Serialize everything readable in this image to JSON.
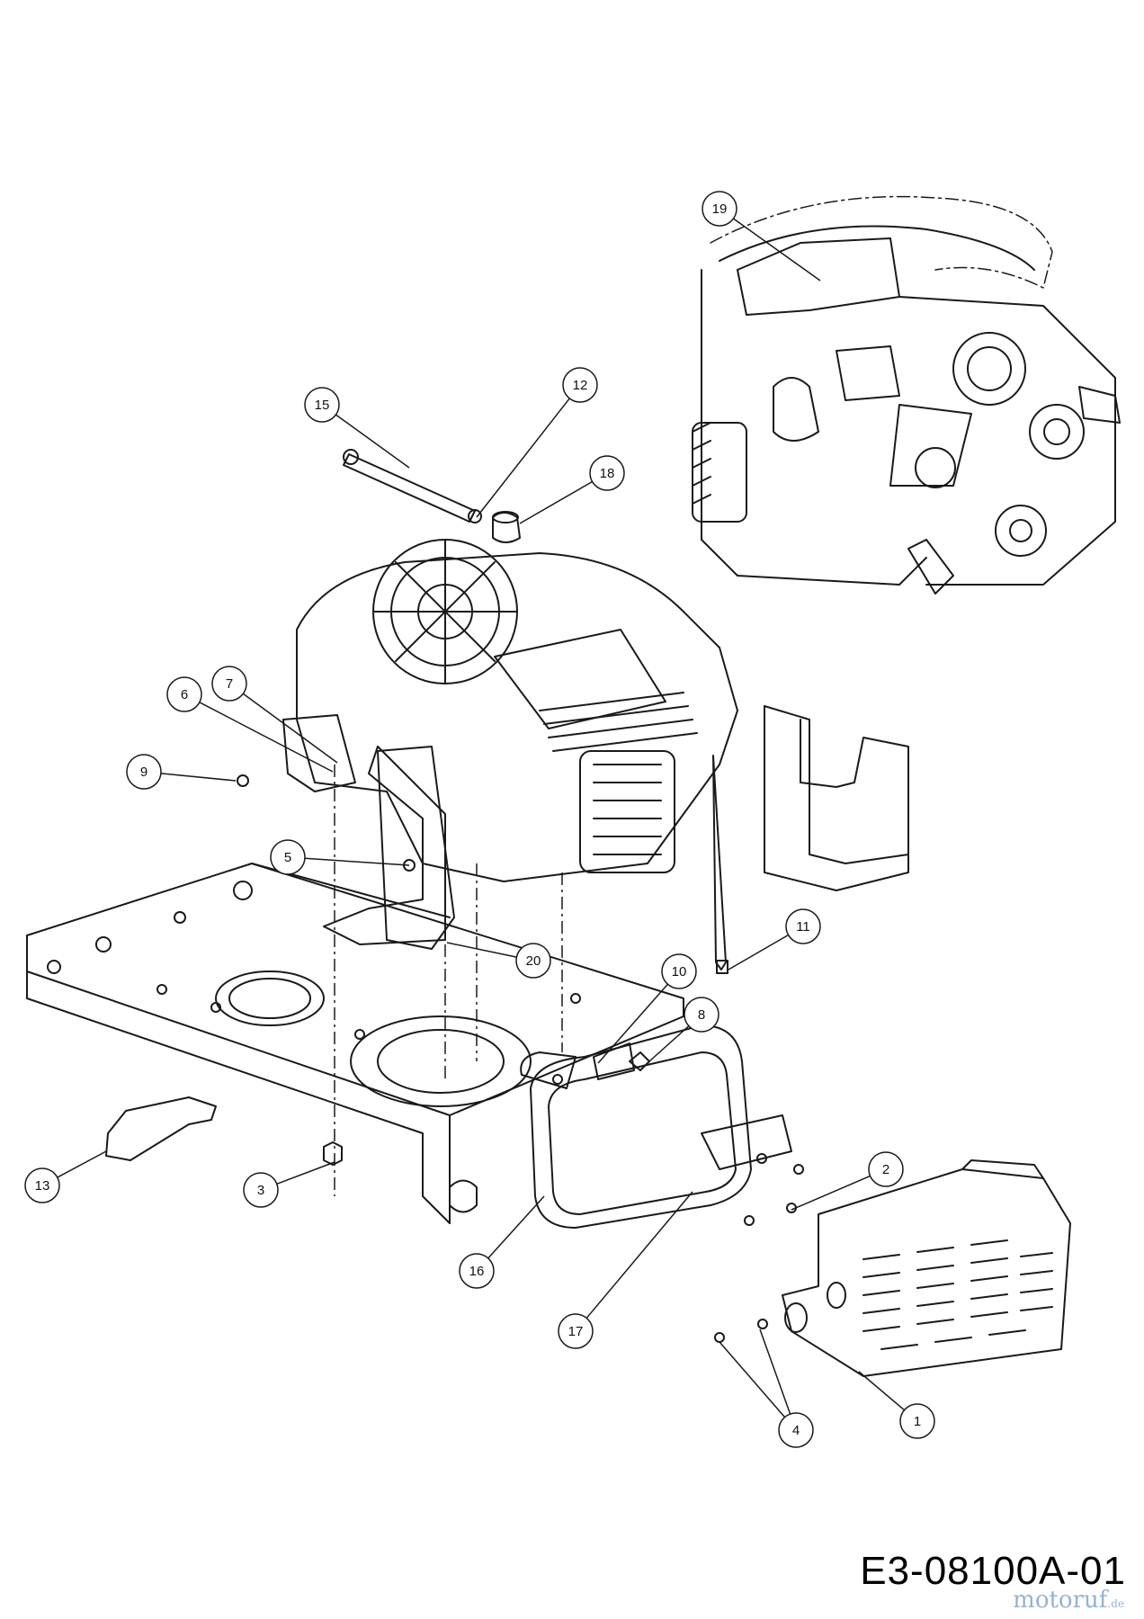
{
  "drawing_code": "E3-08100A-01",
  "watermark": {
    "name": "motoruf",
    "suffix": ".de"
  },
  "callouts": [
    {
      "id": "1",
      "label": "1"
    },
    {
      "id": "2",
      "label": "2"
    },
    {
      "id": "3",
      "label": "3"
    },
    {
      "id": "4",
      "label": "4"
    },
    {
      "id": "5",
      "label": "5"
    },
    {
      "id": "6",
      "label": "6"
    },
    {
      "id": "7",
      "label": "7"
    },
    {
      "id": "8",
      "label": "8"
    },
    {
      "id": "9",
      "label": "9"
    },
    {
      "id": "10",
      "label": "10"
    },
    {
      "id": "11",
      "label": "11"
    },
    {
      "id": "12",
      "label": "12"
    },
    {
      "id": "13",
      "label": "13"
    },
    {
      "id": "15",
      "label": "15"
    },
    {
      "id": "16",
      "label": "16"
    },
    {
      "id": "17",
      "label": "17"
    },
    {
      "id": "18",
      "label": "18"
    },
    {
      "id": "19",
      "label": "19"
    },
    {
      "id": "20",
      "label": "20"
    }
  ],
  "colors": {
    "line": "#1a1a1a",
    "background": "#ffffff",
    "watermark": "#7c9fc9"
  }
}
